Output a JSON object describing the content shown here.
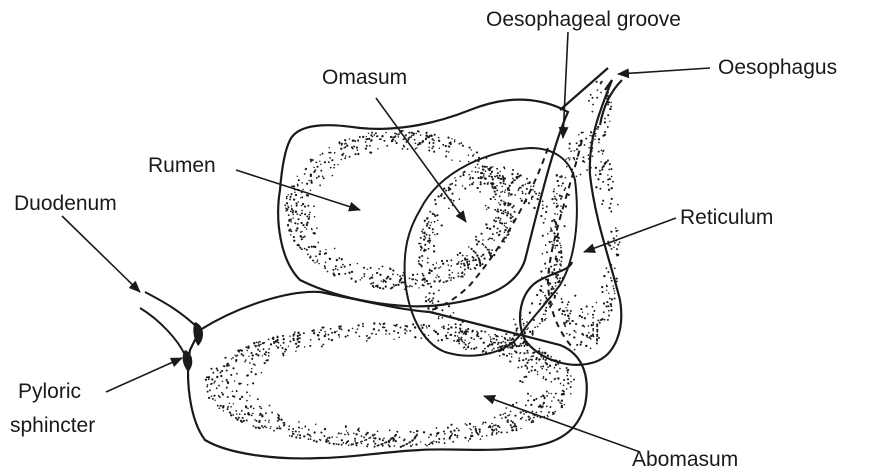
{
  "labels": {
    "oesophageal_groove": "Oesophageal groove",
    "oesophagus": "Oesophagus",
    "omasum": "Omasum",
    "rumen": "Rumen",
    "duodenum": "Duodenum",
    "reticulum": "Reticulum",
    "pyloric_line1": "Pyloric",
    "pyloric_line2": "sphincter",
    "abomasum": "Abomasum"
  },
  "colors": {
    "ink": "#1a1a1a",
    "background": "#ffffff"
  }
}
